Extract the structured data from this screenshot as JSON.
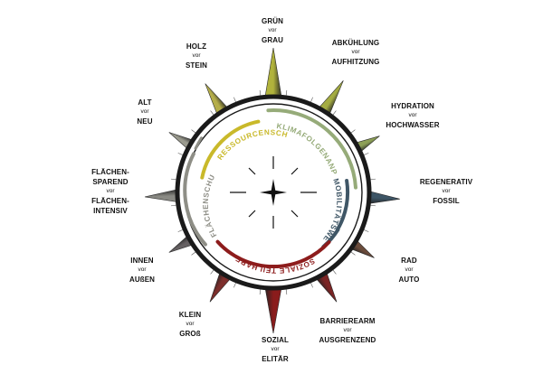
{
  "colors": {
    "ring_outer": "#1a1a1a",
    "ring_inner": "#ffffff",
    "star": "#111111",
    "ray_dark": "#222222",
    "ray_light": "#9aa3a4"
  },
  "points": [
    {
      "id": "gruen-grau",
      "top": "GRÜN",
      "connector": "vor",
      "bottom": "GRAU",
      "color": "#b1b33c"
    },
    {
      "id": "abkuehlung",
      "top": "ABKÜHLUNG",
      "connector": "vor",
      "bottom": "AUFHITZUNG",
      "color": "#a4ac42"
    },
    {
      "id": "hydration",
      "top": "HYDRATION",
      "connector": "vor",
      "bottom": "HOCHWASSER",
      "color": "#8da057"
    },
    {
      "id": "regenerativ",
      "top": "REGENERATIV",
      "connector": "vor",
      "bottom": "FOSSIL",
      "color": "#3d5566"
    },
    {
      "id": "rad-auto",
      "top": "RAD",
      "connector": "vor",
      "bottom": "AUTO",
      "color": "#6a4b3b"
    },
    {
      "id": "barrierearm",
      "top": "BARRIEREARM",
      "connector": "vor",
      "bottom": "AUSGRENZEND",
      "color": "#7b2424"
    },
    {
      "id": "sozial",
      "top": "SOZIAL",
      "connector": "vor",
      "bottom": "ELITÄR",
      "color": "#8a1c1c"
    },
    {
      "id": "klein-gross",
      "top": "KLEIN",
      "connector": "vor",
      "bottom": "GROß",
      "color": "#7e2f2c"
    },
    {
      "id": "innen-aussen",
      "top": "INNEN",
      "connector": "vor",
      "bottom": "AUßEN",
      "color": "#666163"
    },
    {
      "id": "flaechen",
      "top": "FLÄCHEN-\nSPAREND",
      "connector": "vor",
      "bottom": "FLÄCHEN-\nINTENSIV",
      "color": "#8a8a84"
    },
    {
      "id": "alt-neu",
      "top": "ALT",
      "connector": "vor",
      "bottom": "NEU",
      "color": "#9a9a8e"
    },
    {
      "id": "holz-stein",
      "top": "HOLZ",
      "connector": "vor",
      "bottom": "STEIN",
      "color": "#b5ae4a"
    }
  ],
  "arcs": [
    {
      "id": "ressourcenschutz",
      "label": "RESSOURCENSCHUTZ",
      "color": "#c9b92a"
    },
    {
      "id": "klimafolgenanpassung",
      "label": "KLIMAFOLGENANPASSUNG",
      "color": "#96ab79"
    },
    {
      "id": "mobilitaetswende",
      "label": "MOBILITÄTSWENDE",
      "color": "#3f5666"
    },
    {
      "id": "soziale-teilhabe",
      "label": "SOZIALE TEILHABE",
      "color": "#8d1c1c"
    },
    {
      "id": "flaechenschutz",
      "label": "FLÄCHENSCHUTZ",
      "color": "#8e8e86"
    }
  ]
}
